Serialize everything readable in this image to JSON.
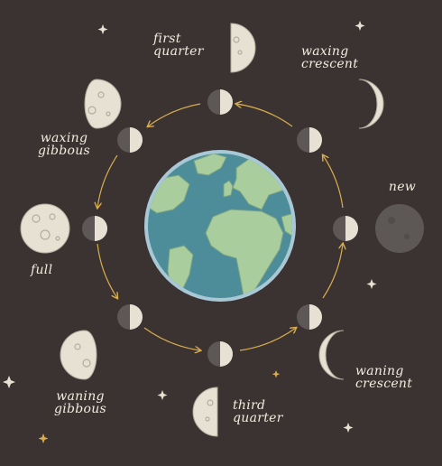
{
  "phases": {
    "new": {
      "line1": "new",
      "line2": ""
    },
    "waxing_crescent": {
      "line1": "waxing",
      "line2": "crescent"
    },
    "first_quarter": {
      "line1": "first",
      "line2": "quarter"
    },
    "waxing_gibbous": {
      "line1": "waxing",
      "line2": "gibbous"
    },
    "full": {
      "line1": "full",
      "line2": ""
    },
    "waning_gibbous": {
      "line1": "waning",
      "line2": "gibbous"
    },
    "third_quarter": {
      "line1": "third",
      "line2": "quarter"
    },
    "waning_crescent": {
      "line1": "waning",
      "line2": "crescent"
    }
  },
  "colors": {
    "background": "#3b3331",
    "moon_light": "#e6e1d2",
    "moon_shadow": "#5d5755",
    "crater": "#b4ad9e",
    "ocean": "#4c8d99",
    "land": "#a9cd9c",
    "atmosphere": "#a9c8d6",
    "orbit_arrow": "#d8ac4e",
    "label": "#f2ecdf",
    "star": "#e8e2d2"
  }
}
